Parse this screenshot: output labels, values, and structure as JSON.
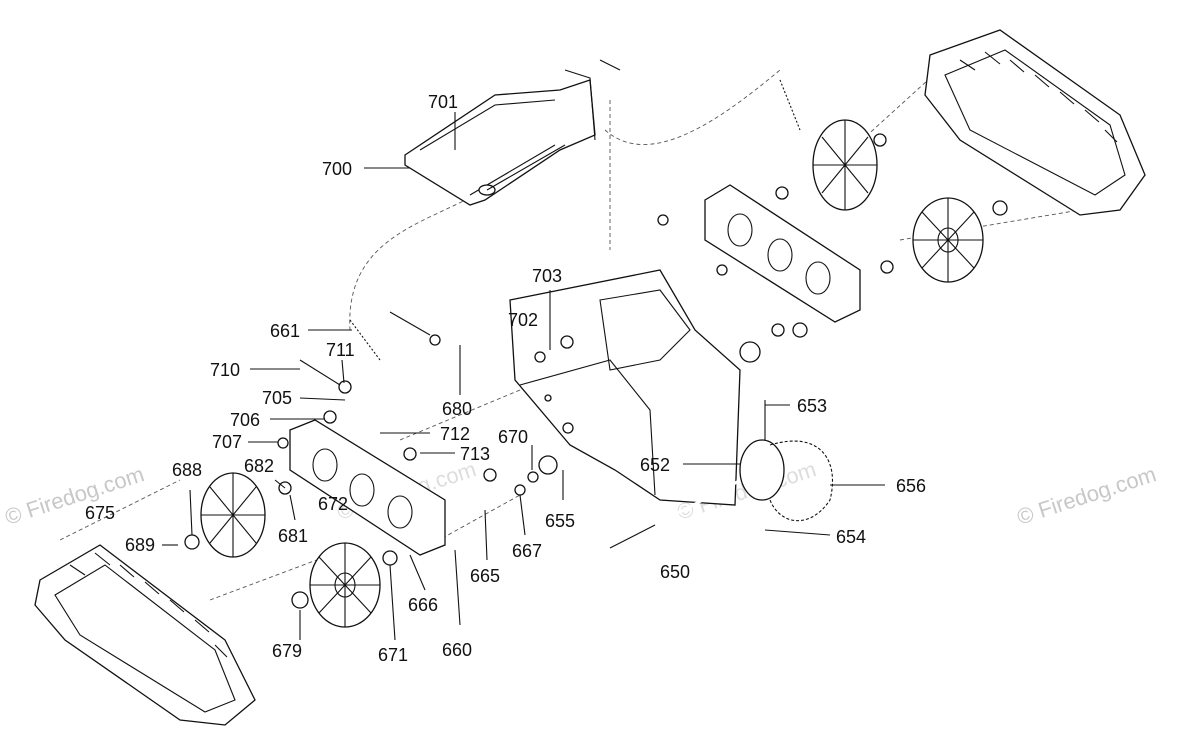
{
  "watermark": "© Firedog.com",
  "callouts": [
    {
      "id": "c700",
      "text": "700"
    },
    {
      "id": "c701",
      "text": "701"
    },
    {
      "id": "c703",
      "text": "703"
    },
    {
      "id": "c702",
      "text": "702"
    },
    {
      "id": "c661",
      "text": "661"
    },
    {
      "id": "c711",
      "text": "711"
    },
    {
      "id": "c710",
      "text": "710"
    },
    {
      "id": "c705",
      "text": "705"
    },
    {
      "id": "c706",
      "text": "706"
    },
    {
      "id": "c707",
      "text": "707"
    },
    {
      "id": "c680",
      "text": "680"
    },
    {
      "id": "c712",
      "text": "712"
    },
    {
      "id": "c713",
      "text": "713"
    },
    {
      "id": "c670",
      "text": "670"
    },
    {
      "id": "c652",
      "text": "652"
    },
    {
      "id": "c653",
      "text": "653"
    },
    {
      "id": "c656",
      "text": "656"
    },
    {
      "id": "c654",
      "text": "654"
    },
    {
      "id": "c650",
      "text": "650"
    },
    {
      "id": "c655",
      "text": "655"
    },
    {
      "id": "c667",
      "text": "667"
    },
    {
      "id": "c665",
      "text": "665"
    },
    {
      "id": "c666",
      "text": "666"
    },
    {
      "id": "c660",
      "text": "660"
    },
    {
      "id": "c671",
      "text": "671"
    },
    {
      "id": "c679",
      "text": "679"
    },
    {
      "id": "c672",
      "text": "672"
    },
    {
      "id": "c681",
      "text": "681"
    },
    {
      "id": "c682",
      "text": "682"
    },
    {
      "id": "c688",
      "text": "688"
    },
    {
      "id": "c689",
      "text": "689"
    },
    {
      "id": "c675",
      "text": "675"
    }
  ]
}
